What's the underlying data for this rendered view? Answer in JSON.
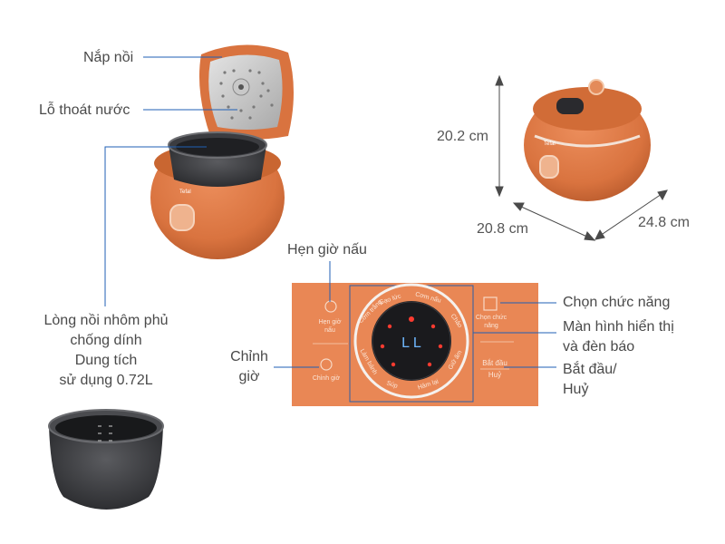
{
  "parts": {
    "lid": "Nắp nồi",
    "steam_vent": "Lỗ thoát nước",
    "inner_pot": [
      "Lòng nồi nhôm phủ",
      "chống dính",
      "Dung tích",
      "sử dụng 0.72L"
    ]
  },
  "dimensions": {
    "height": "20.2 cm",
    "width": "20.8 cm",
    "depth": "24.8 cm"
  },
  "brand": "Tefal",
  "controls": {
    "timer_cook": "Hẹn giờ nấu",
    "set_clock": [
      "Chỉnh",
      "giờ"
    ],
    "select_function": "Chọn chức năng",
    "display_lights": [
      "Màn hình hiển thị",
      "và đèn báo"
    ],
    "start_cancel": [
      "Bắt đầu/",
      "Huỷ"
    ]
  },
  "panel": {
    "timer_button": [
      "Hẹn giờ",
      "nấu"
    ],
    "clock_button": "Chỉnh giờ",
    "function_button": [
      "Chọn chức",
      "năng"
    ],
    "start_button": [
      "Bắt đầu",
      "Huỷ"
    ],
    "dial_modes": [
      "Cơm trắng",
      "Gạo lức",
      "Cơm nấu",
      "Cháo",
      "Giữ ấm",
      "Hâm lại",
      "Súp",
      "Làm bánh"
    ],
    "display_readout": "L L"
  },
  "colors": {
    "body": "#d9733f",
    "panel": "#e98755",
    "pot": "#3a3b3e",
    "leader_line": "#1f5fb5"
  }
}
